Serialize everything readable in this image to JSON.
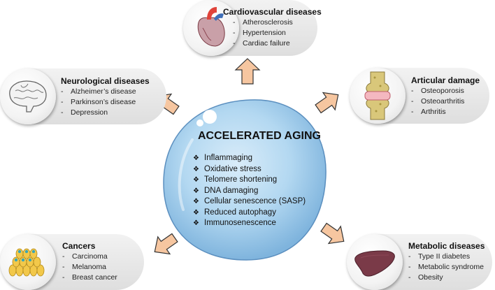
{
  "center": {
    "title": "ACCELERATED AGING",
    "bullet": "❖",
    "items": [
      "Inflammaging",
      "Oxidative stress",
      "Telomere shortening",
      "DNA damaging",
      "Cellular senescence (SASP)",
      "Reduced autophagy",
      "Immunosenescence"
    ]
  },
  "cards": {
    "cardiovascular": {
      "title": "Cardiovascular diseases",
      "items": [
        "Atherosclerosis",
        "Hypertension",
        "Cardiac failure"
      ],
      "icon": "heart-icon"
    },
    "neurological": {
      "title": "Neurological diseases",
      "items": [
        "Alzheimer’s disease",
        "Parkinson’s disease",
        "Depression"
      ],
      "icon": "brain-icon"
    },
    "articular": {
      "title": "Articular damage",
      "items": [
        "Osteoporosis",
        "Osteoarthritis",
        "Arthritis"
      ],
      "icon": "joint-icon"
    },
    "cancers": {
      "title": "Cancers",
      "items": [
        "Carcinoma",
        "Melanoma",
        "Breast cancer"
      ],
      "icon": "cells-icon"
    },
    "metabolic": {
      "title": "Metabolic diseases",
      "items": [
        "Type II diabetes",
        "Metabolic syndrome",
        "Obesity"
      ],
      "icon": "liver-icon"
    }
  },
  "colors": {
    "bubble": "#a9d1ee",
    "bubble_edge": "#5b8fbf",
    "arrow_fill": "#f6c6a0",
    "arrow_stroke": "#333333",
    "card_bg": "#e6e6e6"
  }
}
